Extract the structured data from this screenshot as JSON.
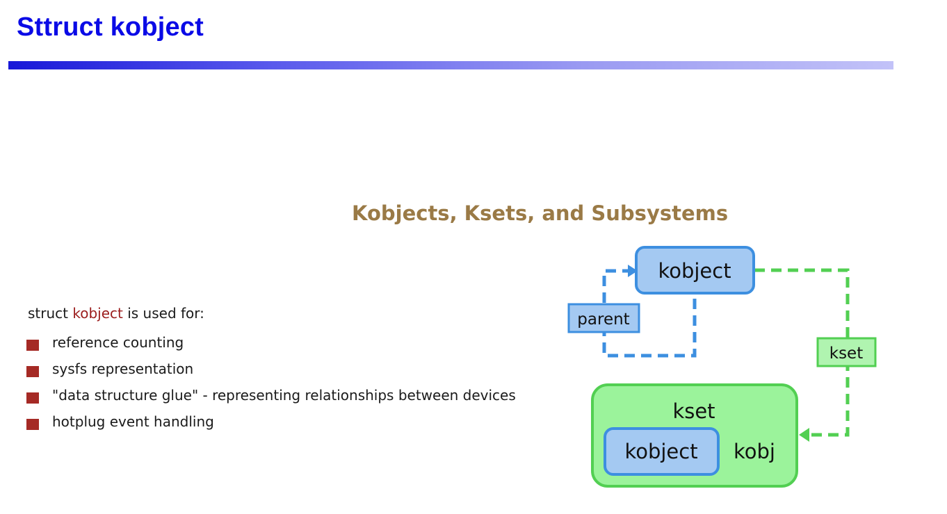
{
  "slide": {
    "title": "Sttruct kobject"
  },
  "content": {
    "intro_prefix": "struct ",
    "intro_keyword": "kobject",
    "intro_suffix": " is used for:",
    "bullets": [
      "reference counting",
      "sysfs representation",
      "\"data structure glue\" - representing relationships between devices",
      "hotplug event handling"
    ]
  },
  "diagram": {
    "title": "Kobjects, Ksets, and Subsystems",
    "top_box_label": "kobject",
    "parent_label": "parent",
    "kset_pointer_label": "kset",
    "container_label": "kset",
    "inner_box_label": "kobject",
    "field_label": "kobj",
    "colors": {
      "title": "#9a7a46",
      "blue_fill": "#a4c9f2",
      "blue_stroke": "#3d8fe0",
      "green_fill": "#9bf39b",
      "green_stroke": "#52cf52",
      "kset_tag_fill": "#b0f4b0",
      "bullet": "#a52a25",
      "keyword": "#9b1c1c",
      "slide_title": "#0a0ae6"
    }
  }
}
